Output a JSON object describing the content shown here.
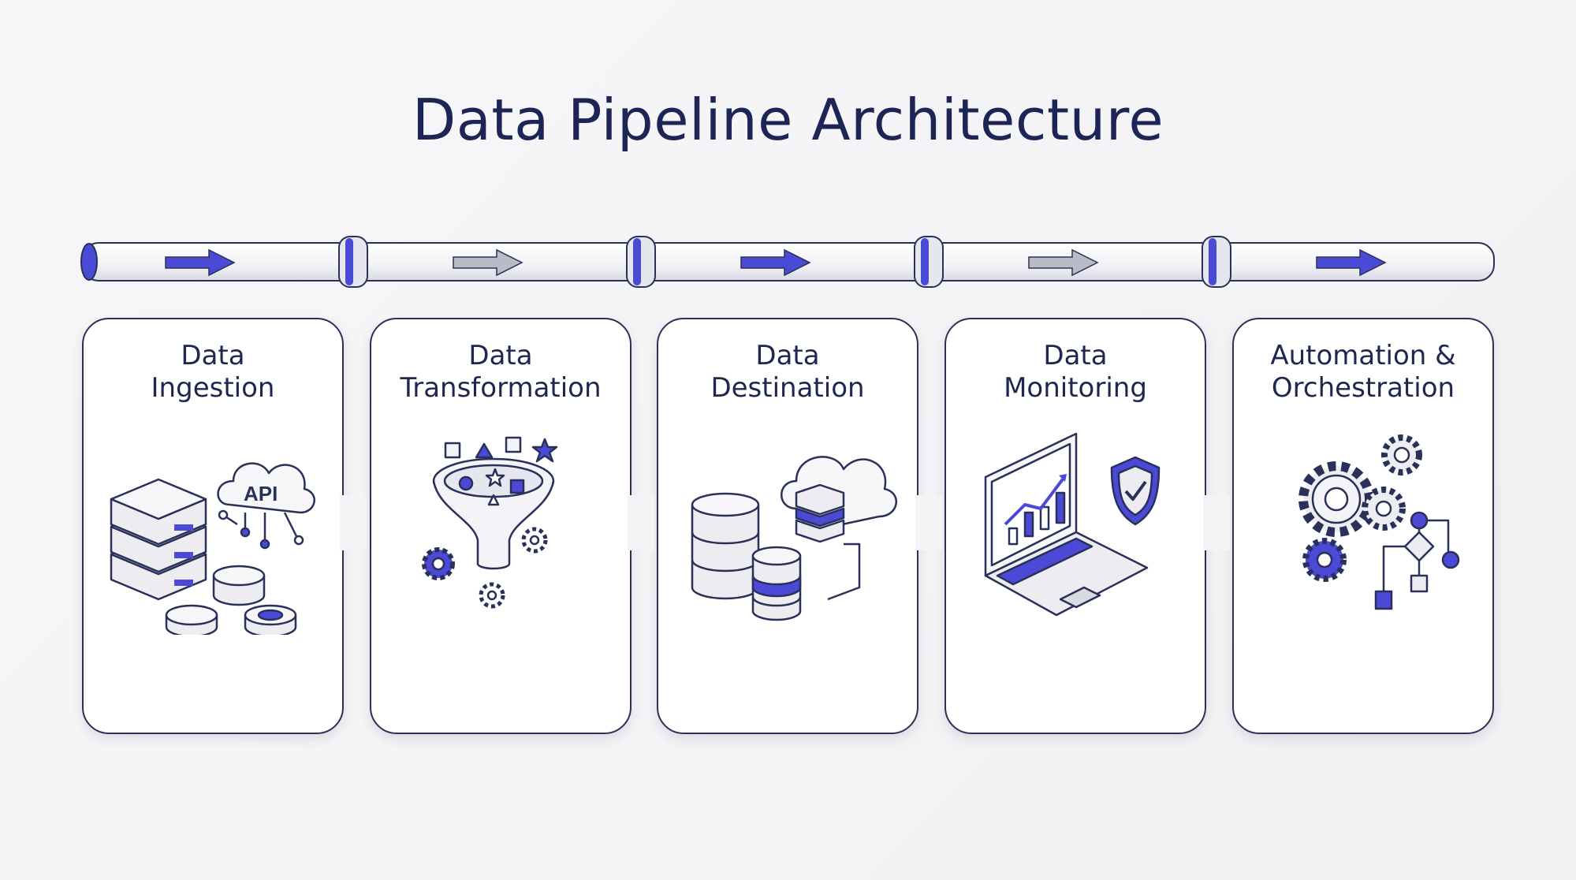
{
  "title": "Data Pipeline Architecture",
  "colors": {
    "accent": "#4a4ad6",
    "outline": "#2a3158",
    "grey_arrow": "#b9bcc6"
  },
  "pipeline": {
    "flow_arrows": [
      {
        "icon": "arrow-right-icon",
        "style": "blue"
      },
      {
        "icon": "arrow-right-icon",
        "style": "grey"
      },
      {
        "icon": "arrow-right-icon",
        "style": "blue"
      },
      {
        "icon": "arrow-right-icon",
        "style": "grey"
      },
      {
        "icon": "arrow-right-icon",
        "style": "blue"
      }
    ]
  },
  "stages": [
    {
      "label": "Data\nIngestion",
      "icons": [
        "server-rack-icon",
        "api-cloud-icon",
        "database-disk-icon"
      ]
    },
    {
      "label": "Data\nTransformation",
      "icons": [
        "funnel-icon",
        "gear-icon",
        "shapes-icon"
      ]
    },
    {
      "label": "Data\nDestination",
      "icons": [
        "database-icon",
        "cloud-storage-icon"
      ]
    },
    {
      "label": "Data\nMonitoring",
      "icons": [
        "laptop-chart-icon",
        "shield-check-icon"
      ]
    },
    {
      "label": "Automation &\nOrchestration",
      "icons": [
        "gears-icon",
        "workflow-icon"
      ]
    }
  ]
}
